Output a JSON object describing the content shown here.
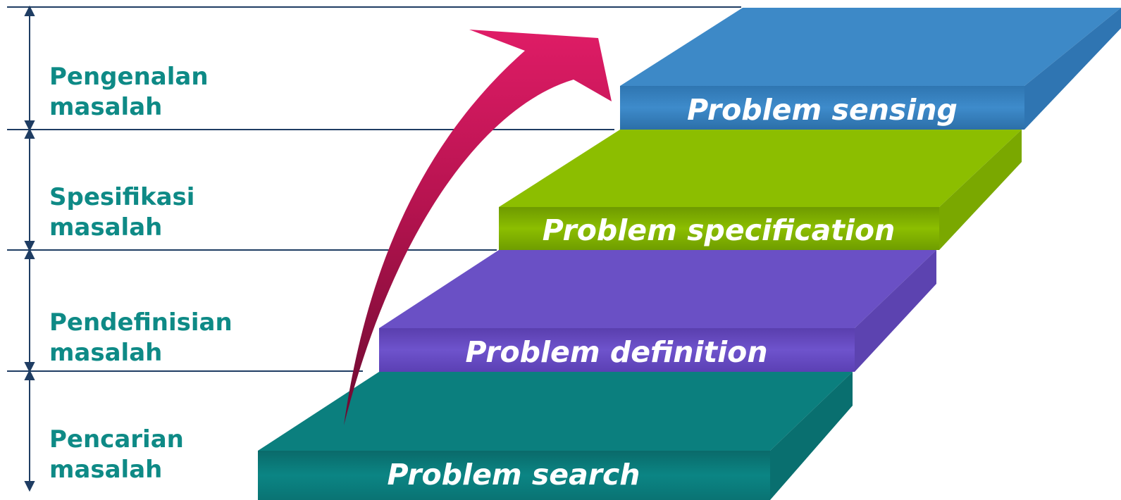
{
  "diagram": {
    "steps": [
      {
        "label": "Problem search",
        "color": "#0b7f7e"
      },
      {
        "label": "Problem definition",
        "color": "#6a50c5"
      },
      {
        "label": "Problem specification",
        "color": "#8cbe00"
      },
      {
        "label": "Problem sensing",
        "color": "#3d89c7"
      }
    ],
    "phases": [
      {
        "line1": "Pencarian",
        "line2": "masalah"
      },
      {
        "line1": "Pendefinisian",
        "line2": "masalah"
      },
      {
        "line1": "Spesifikasi",
        "line2": "masalah"
      },
      {
        "line1": "Pengenalan",
        "line2": "masalah"
      }
    ],
    "colors": {
      "label_text": "#0e8a86",
      "guide_lines": "#1f3d63",
      "arrow": "#cc1560"
    }
  }
}
